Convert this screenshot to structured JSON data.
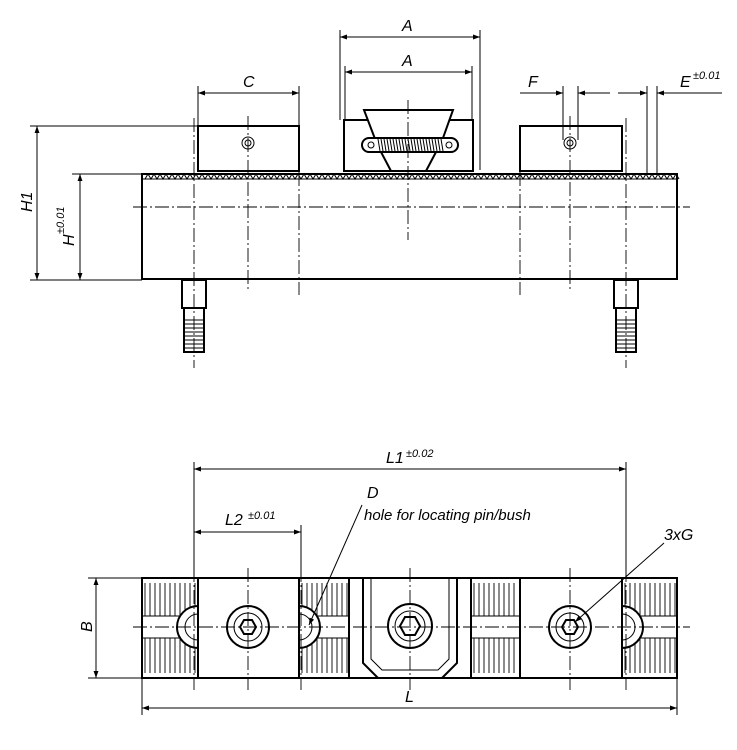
{
  "labels": {
    "A_top": "A",
    "A_inner": "A",
    "C": "C",
    "F": "F",
    "E": "E",
    "E_tol": "±0.01",
    "H1": "H1",
    "H": "H",
    "H_tol": "±0.01",
    "L1": "L1",
    "L1_tol": "±0.02",
    "L2": "L2",
    "L2_tol": "±0.01",
    "D": "D",
    "D_note": "hole for locating pin/bush",
    "G": "3xG",
    "B": "B",
    "L": "L"
  }
}
